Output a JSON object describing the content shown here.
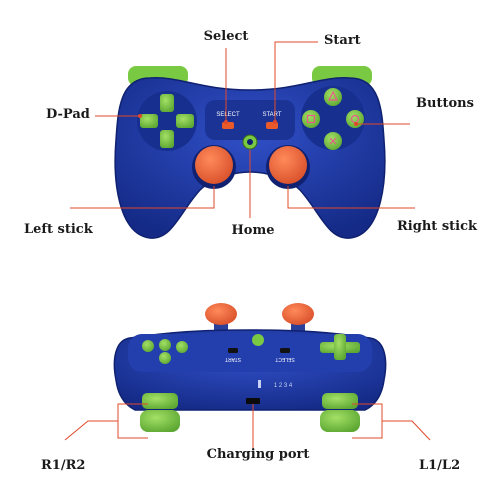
{
  "labels": {
    "select": "Select",
    "start": "Start",
    "dpad": "D-Pad",
    "buttons": "Buttons",
    "left_stick": "Left stick",
    "home": "Home",
    "right_stick": "Right stick",
    "r1r2": "R1/R2",
    "charging_port": "Charging port",
    "l1l2": "L1/L2"
  },
  "printed_on_controller": {
    "front_select": "SELECT",
    "front_start": "START",
    "back_start": "START",
    "back_select": "SELECT",
    "led_numbers": "1 2 3 4"
  },
  "colors": {
    "body": "#1f3aa8",
    "body_dark": "#142a86",
    "accent_green": "#7ac943",
    "stick_orange": "#e8643c",
    "callout_line": "#e0482a"
  }
}
